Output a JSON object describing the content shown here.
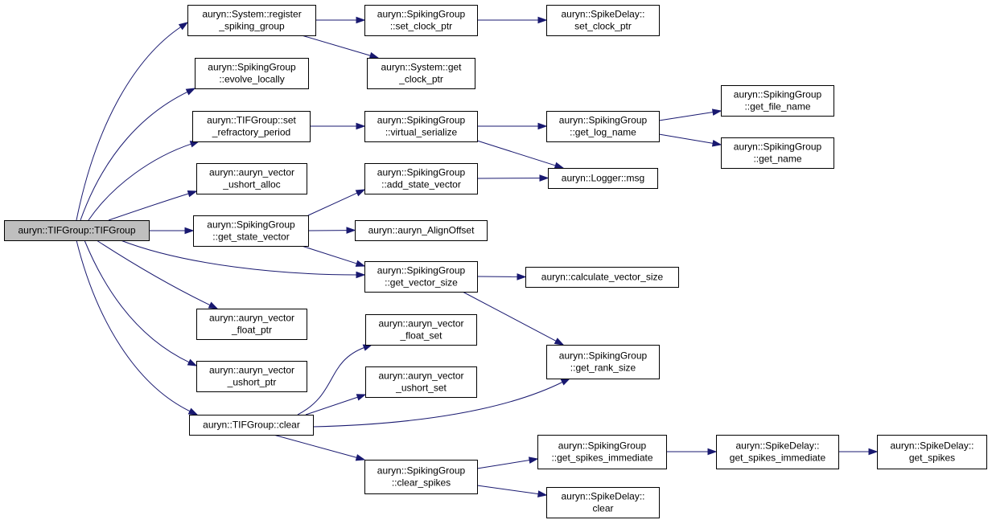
{
  "colors": {
    "edge": "#191970",
    "root_fill": "#bfbfbf",
    "node_fill": "#ffffff",
    "border": "#000000"
  },
  "nodes": [
    {
      "id": "root",
      "lines": [
        "auryn::TIFGroup::TIFGroup"
      ],
      "root": true
    },
    {
      "id": "sys_reg",
      "lines": [
        "auryn::System::register",
        "_spiking_group"
      ]
    },
    {
      "id": "sg_set_clock",
      "lines": [
        "auryn::SpikingGroup",
        "::set_clock_ptr"
      ]
    },
    {
      "id": "sd_set_clock",
      "lines": [
        "auryn::SpikeDelay::",
        "set_clock_ptr"
      ]
    },
    {
      "id": "sys_get_clock",
      "lines": [
        "auryn::System::get",
        "_clock_ptr"
      ]
    },
    {
      "id": "sg_evolve",
      "lines": [
        "auryn::SpikingGroup",
        "::evolve_locally"
      ]
    },
    {
      "id": "tif_set_refr",
      "lines": [
        "auryn::TIFGroup::set",
        "_refractory_period"
      ]
    },
    {
      "id": "sg_virt_ser",
      "lines": [
        "auryn::SpikingGroup",
        "::virtual_serialize"
      ]
    },
    {
      "id": "sg_get_log",
      "lines": [
        "auryn::SpikingGroup",
        "::get_log_name"
      ]
    },
    {
      "id": "sg_get_file",
      "lines": [
        "auryn::SpikingGroup",
        "::get_file_name"
      ]
    },
    {
      "id": "sg_get_name",
      "lines": [
        "auryn::SpikingGroup",
        "::get_name"
      ]
    },
    {
      "id": "logger_msg",
      "lines": [
        "auryn::Logger::msg"
      ]
    },
    {
      "id": "vec_ushort_alloc",
      "lines": [
        "auryn::auryn_vector",
        "_ushort_alloc"
      ]
    },
    {
      "id": "sg_add_state",
      "lines": [
        "auryn::SpikingGroup",
        "::add_state_vector"
      ]
    },
    {
      "id": "sg_get_state",
      "lines": [
        "auryn::SpikingGroup",
        "::get_state_vector"
      ]
    },
    {
      "id": "align_offset",
      "lines": [
        "auryn::auryn_AlignOffset"
      ]
    },
    {
      "id": "sg_get_vec_size",
      "lines": [
        "auryn::SpikingGroup",
        "::get_vector_size"
      ]
    },
    {
      "id": "calc_vec_size",
      "lines": [
        "auryn::calculate_vector_size"
      ]
    },
    {
      "id": "vec_float_ptr",
      "lines": [
        "auryn::auryn_vector",
        "_float_ptr"
      ]
    },
    {
      "id": "vec_float_set",
      "lines": [
        "auryn::auryn_vector",
        "_float_set"
      ]
    },
    {
      "id": "sg_rank_size",
      "lines": [
        "auryn::SpikingGroup",
        "::get_rank_size"
      ]
    },
    {
      "id": "vec_ushort_ptr",
      "lines": [
        "auryn::auryn_vector",
        "_ushort_ptr"
      ]
    },
    {
      "id": "vec_ushort_set",
      "lines": [
        "auryn::auryn_vector",
        "_ushort_set"
      ]
    },
    {
      "id": "tif_clear",
      "lines": [
        "auryn::TIFGroup::clear"
      ]
    },
    {
      "id": "sg_clear_spikes",
      "lines": [
        "auryn::SpikingGroup",
        "::clear_spikes"
      ]
    },
    {
      "id": "sg_spikes_imm",
      "lines": [
        "auryn::SpikingGroup",
        "::get_spikes_immediate"
      ]
    },
    {
      "id": "sd_spikes_imm",
      "lines": [
        "auryn::SpikeDelay::",
        "get_spikes_immediate"
      ]
    },
    {
      "id": "sd_get_spikes",
      "lines": [
        "auryn::SpikeDelay::",
        "get_spikes"
      ]
    },
    {
      "id": "sd_clear",
      "lines": [
        "auryn::SpikeDelay::",
        "clear"
      ]
    }
  ],
  "edges": [
    [
      "root",
      "sys_reg"
    ],
    [
      "root",
      "sg_evolve"
    ],
    [
      "root",
      "tif_set_refr"
    ],
    [
      "root",
      "vec_ushort_alloc"
    ],
    [
      "root",
      "sg_get_state"
    ],
    [
      "root",
      "sg_get_vec_size"
    ],
    [
      "root",
      "vec_float_ptr"
    ],
    [
      "root",
      "vec_ushort_ptr"
    ],
    [
      "root",
      "tif_clear"
    ],
    [
      "sys_reg",
      "sg_set_clock"
    ],
    [
      "sys_reg",
      "sys_get_clock"
    ],
    [
      "sg_set_clock",
      "sd_set_clock"
    ],
    [
      "tif_set_refr",
      "sg_virt_ser"
    ],
    [
      "sg_virt_ser",
      "sg_get_log"
    ],
    [
      "sg_virt_ser",
      "logger_msg"
    ],
    [
      "sg_get_log",
      "sg_get_file"
    ],
    [
      "sg_get_log",
      "sg_get_name"
    ],
    [
      "sg_get_state",
      "sg_add_state"
    ],
    [
      "sg_get_state",
      "align_offset"
    ],
    [
      "sg_get_state",
      "sg_get_vec_size"
    ],
    [
      "sg_add_state",
      "logger_msg"
    ],
    [
      "sg_get_vec_size",
      "calc_vec_size"
    ],
    [
      "sg_get_vec_size",
      "sg_rank_size"
    ],
    [
      "tif_clear",
      "vec_float_set"
    ],
    [
      "tif_clear",
      "vec_ushort_set"
    ],
    [
      "tif_clear",
      "sg_rank_size"
    ],
    [
      "tif_clear",
      "sg_clear_spikes"
    ],
    [
      "sg_clear_spikes",
      "sg_spikes_imm"
    ],
    [
      "sg_clear_spikes",
      "sd_clear"
    ],
    [
      "sg_spikes_imm",
      "sd_spikes_imm"
    ],
    [
      "sd_spikes_imm",
      "sd_get_spikes"
    ]
  ]
}
